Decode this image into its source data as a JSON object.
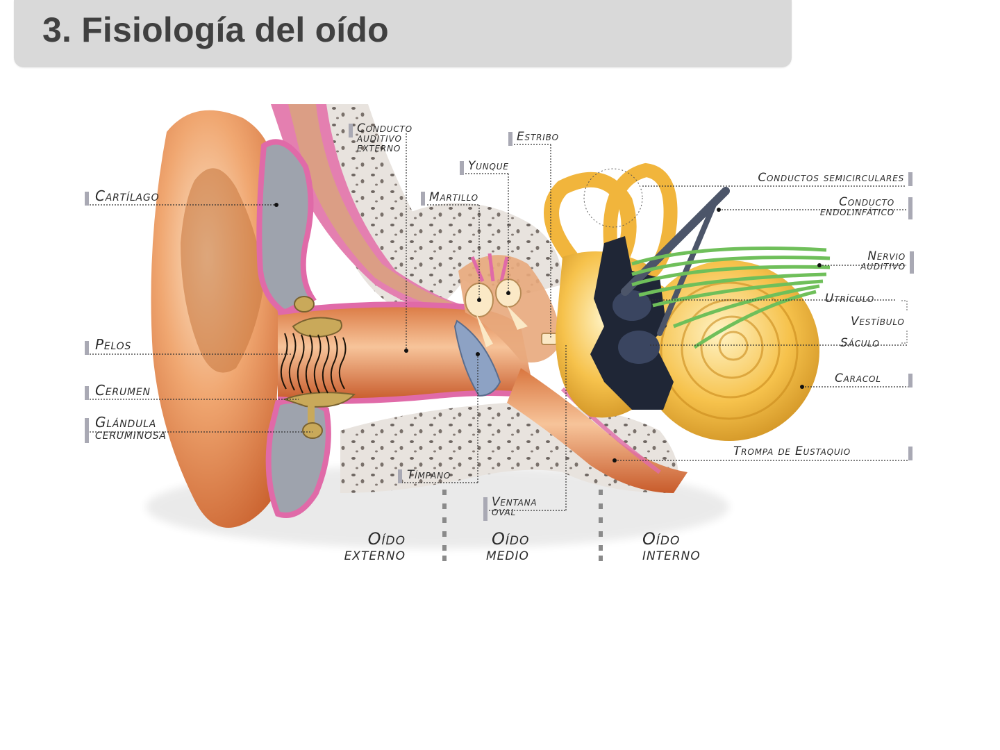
{
  "slide": {
    "title": "3. Fisiología del oído",
    "title_bar_color": "#d9d9d9",
    "title_text_color": "#404040"
  },
  "diagram": {
    "subject": "Anatomía del oído (corte)",
    "labels_left": {
      "cartilago": "Cartílago",
      "pelos": "Pelos",
      "cerumen": "Cerumen",
      "glandula_line1": "Glándula",
      "glandula_line2": "ceruminosa"
    },
    "labels_top": {
      "conducto_auditivo_line1": "Conducto",
      "conducto_auditivo_line2": "auditivo",
      "conducto_auditivo_line3": "externo",
      "estribo": "Estribo",
      "yunque": "Yunque",
      "martillo": "Martillo"
    },
    "labels_right": {
      "conductos_semicirculares": "Conductos semicirculares",
      "conducto_endolinfatico_line1": "Conducto",
      "conducto_endolinfatico_line2": "endolinfático",
      "nervio_auditivo_line1": "Nervio",
      "nervio_auditivo_line2": "auditivo",
      "utriculo": "Utrículo",
      "vestibulo": "Vestíbulo",
      "saculo": "Sáculo",
      "caracol": "Caracol",
      "trompa": "Trompa de Eustaquio"
    },
    "labels_bottom": {
      "timpano": "Tímpano",
      "ventana_oval_line1": "Ventana",
      "ventana_oval_line2": "oval"
    },
    "regions": {
      "externo_line1": "Oído",
      "externo_line2": "externo",
      "medio_line1": "Oído",
      "medio_line2": "medio",
      "interno_line1": "Oído",
      "interno_line2": "interno"
    },
    "colors": {
      "skin": "#e8925a",
      "cartilage": "#9ea3ad",
      "membrane_pink": "#e06aa8",
      "bone": "#e6e1dc",
      "inner_ear_gold": "#f2b53a",
      "vestibule_dark": "#1f2636",
      "nerve_green": "#6fbf5a",
      "label_tick": "#a9a9b4"
    }
  }
}
